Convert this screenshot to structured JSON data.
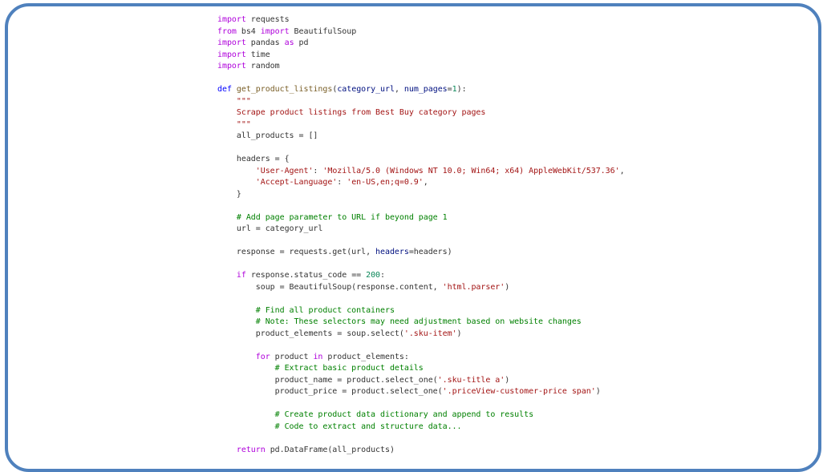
{
  "frame": {
    "border_color": "#4F81BD"
  },
  "colors": {
    "keyword": "#AF00DB",
    "def": "#0000FF",
    "function": "#795E26",
    "parameter": "#001080",
    "string": "#A31515",
    "comment": "#008000",
    "number": "#098658",
    "text": "#333333"
  },
  "code": {
    "language": "python",
    "lines": [
      [
        {
          "t": "kw",
          "v": "import"
        },
        {
          "t": "txt",
          "v": " requests"
        }
      ],
      [
        {
          "t": "kw",
          "v": "from"
        },
        {
          "t": "txt",
          "v": " bs4 "
        },
        {
          "t": "kw",
          "v": "import"
        },
        {
          "t": "txt",
          "v": " BeautifulSoup"
        }
      ],
      [
        {
          "t": "kw",
          "v": "import"
        },
        {
          "t": "txt",
          "v": " pandas "
        },
        {
          "t": "kw",
          "v": "as"
        },
        {
          "t": "txt",
          "v": " pd"
        }
      ],
      [
        {
          "t": "kw",
          "v": "import"
        },
        {
          "t": "txt",
          "v": " time"
        }
      ],
      [
        {
          "t": "kw",
          "v": "import"
        },
        {
          "t": "txt",
          "v": " random"
        }
      ],
      [],
      [
        {
          "t": "def",
          "v": "def"
        },
        {
          "t": "txt",
          "v": " "
        },
        {
          "t": "fn",
          "v": "get_product_listings"
        },
        {
          "t": "txt",
          "v": "("
        },
        {
          "t": "param",
          "v": "category_url"
        },
        {
          "t": "txt",
          "v": ", "
        },
        {
          "t": "param",
          "v": "num_pages"
        },
        {
          "t": "txt",
          "v": "="
        },
        {
          "t": "num",
          "v": "1"
        },
        {
          "t": "txt",
          "v": "):"
        }
      ],
      [
        {
          "t": "str",
          "v": "    \"\"\""
        }
      ],
      [
        {
          "t": "str",
          "v": "    Scrape product listings from Best Buy category pages"
        }
      ],
      [
        {
          "t": "str",
          "v": "    \"\"\""
        }
      ],
      [
        {
          "t": "txt",
          "v": "    all_products = []"
        }
      ],
      [],
      [
        {
          "t": "txt",
          "v": "    headers = {"
        }
      ],
      [
        {
          "t": "txt",
          "v": "        "
        },
        {
          "t": "str",
          "v": "'User-Agent'"
        },
        {
          "t": "txt",
          "v": ": "
        },
        {
          "t": "str",
          "v": "'Mozilla/5.0 (Windows NT 10.0; Win64; x64) AppleWebKit/537.36'"
        },
        {
          "t": "txt",
          "v": ","
        }
      ],
      [
        {
          "t": "txt",
          "v": "        "
        },
        {
          "t": "str",
          "v": "'Accept-Language'"
        },
        {
          "t": "txt",
          "v": ": "
        },
        {
          "t": "str",
          "v": "'en-US,en;q=0.9'"
        },
        {
          "t": "txt",
          "v": ","
        }
      ],
      [
        {
          "t": "txt",
          "v": "    }"
        }
      ],
      [],
      [
        {
          "t": "cmt",
          "v": "    # Add page parameter to URL if beyond page 1"
        }
      ],
      [
        {
          "t": "txt",
          "v": "    url = category_url"
        }
      ],
      [],
      [
        {
          "t": "txt",
          "v": "    response = requests.get(url, "
        },
        {
          "t": "param",
          "v": "headers"
        },
        {
          "t": "txt",
          "v": "=headers)"
        }
      ],
      [],
      [
        {
          "t": "txt",
          "v": "    "
        },
        {
          "t": "kw",
          "v": "if"
        },
        {
          "t": "txt",
          "v": " response.status_code == "
        },
        {
          "t": "num",
          "v": "200"
        },
        {
          "t": "txt",
          "v": ":"
        }
      ],
      [
        {
          "t": "txt",
          "v": "        soup = BeautifulSoup(response.content, "
        },
        {
          "t": "str",
          "v": "'html.parser'"
        },
        {
          "t": "txt",
          "v": ")"
        }
      ],
      [],
      [
        {
          "t": "cmt",
          "v": "        # Find all product containers"
        }
      ],
      [
        {
          "t": "cmt",
          "v": "        # Note: These selectors may need adjustment based on website changes"
        }
      ],
      [
        {
          "t": "txt",
          "v": "        product_elements = soup.select("
        },
        {
          "t": "str",
          "v": "'.sku-item'"
        },
        {
          "t": "txt",
          "v": ")"
        }
      ],
      [],
      [
        {
          "t": "txt",
          "v": "        "
        },
        {
          "t": "kw",
          "v": "for"
        },
        {
          "t": "txt",
          "v": " product "
        },
        {
          "t": "kw",
          "v": "in"
        },
        {
          "t": "txt",
          "v": " product_elements:"
        }
      ],
      [
        {
          "t": "cmt",
          "v": "            # Extract basic product details"
        }
      ],
      [
        {
          "t": "txt",
          "v": "            product_name = product.select_one("
        },
        {
          "t": "str",
          "v": "'.sku-title a'"
        },
        {
          "t": "txt",
          "v": ")"
        }
      ],
      [
        {
          "t": "txt",
          "v": "            product_price = product.select_one("
        },
        {
          "t": "str",
          "v": "'.priceView-customer-price span'"
        },
        {
          "t": "txt",
          "v": ")"
        }
      ],
      [],
      [
        {
          "t": "cmt",
          "v": "            # Create product data dictionary and append to results"
        }
      ],
      [
        {
          "t": "cmt",
          "v": "            # Code to extract and structure data..."
        }
      ],
      [],
      [
        {
          "t": "txt",
          "v": "    "
        },
        {
          "t": "kw",
          "v": "return"
        },
        {
          "t": "txt",
          "v": " pd.DataFrame(all_products)"
        }
      ]
    ]
  }
}
